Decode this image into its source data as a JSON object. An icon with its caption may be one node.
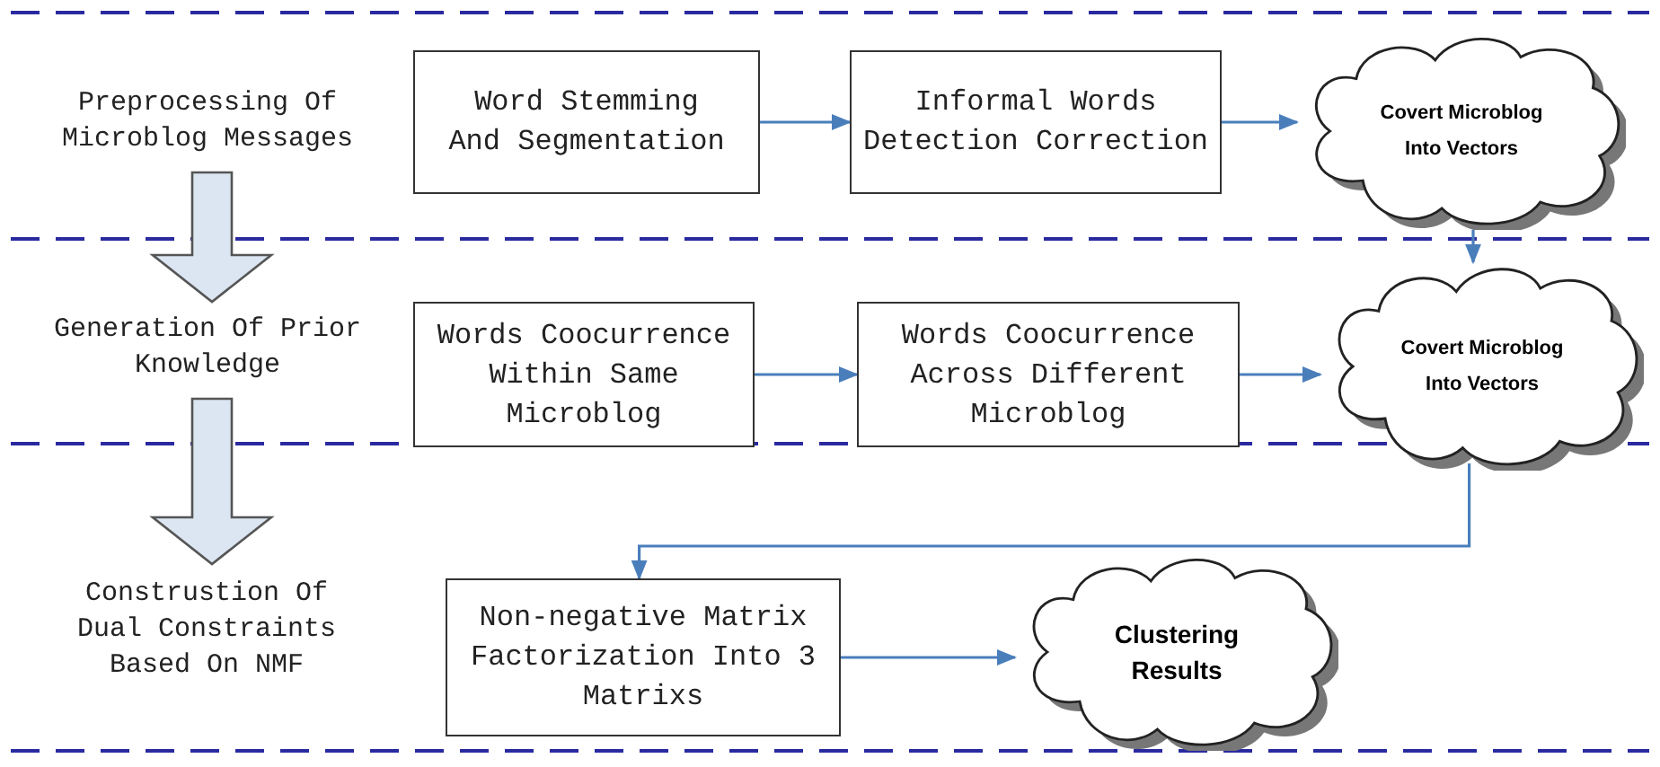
{
  "diagram": {
    "nodes": [
      {
        "text": [
          "Preprocessing Of Microblog Messages"
        ]
      },
      {
        "text": [
          "Generation Of Prior Knowledge"
        ]
      },
      {
        "text": [
          "Construstion Of Dual Constraints Based On NMF"
        ]
      },
      {
        "text": [
          "Word Stemming And Segmentation"
        ]
      },
      {
        "text": [
          "Informal Words Detection Correction"
        ]
      },
      {
        "text": [
          "Covert Microblog Into Vectors"
        ]
      },
      {
        "text": [
          "Words Coocurrence Within Same Microblog"
        ]
      },
      {
        "text": [
          "Words Coocurrence Across Different Microblog"
        ]
      },
      {
        "text": [
          "Covert Microblog Into Vectors"
        ]
      },
      {
        "text": [
          "Non-negative Matrix Factorization Into 3 Matrixs"
        ]
      },
      {
        "text": [
          "Clustering Results"
        ]
      }
    ],
    "edges": [
      {
        "from": 0,
        "to": 1,
        "arrow": "to",
        "style": "thick",
        "color": "#dce6f2"
      },
      {
        "from": 1,
        "to": 2,
        "arrow": "to",
        "style": "thick",
        "color": "#dce6f2"
      },
      {
        "from": 3,
        "to": 4,
        "arrow": "to"
      },
      {
        "from": 4,
        "to": 5,
        "arrow": "to"
      },
      {
        "from": 5,
        "to": 8,
        "arrow": "to"
      },
      {
        "from": 6,
        "to": 7,
        "arrow": "to"
      },
      {
        "from": 7,
        "to": 8,
        "arrow": "to"
      },
      {
        "from": 8,
        "to": 9,
        "arrow": "to"
      },
      {
        "from": 9,
        "to": 10,
        "arrow": "to"
      }
    ]
  }
}
